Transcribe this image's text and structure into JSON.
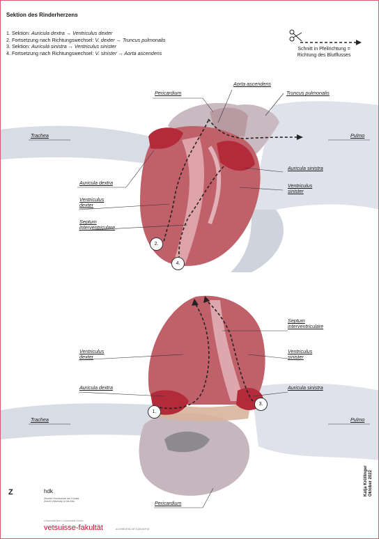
{
  "title": "Sektion des Rinderherzens",
  "steps": [
    {
      "prefix": "1. Sektion: ",
      "text": "Auricula dextra → Ventriculus dexter"
    },
    {
      "prefix": "2. Fortsetzung nach Richtungswechsel: ",
      "text": "V. dexter → Truncus pulmonalis"
    },
    {
      "prefix": "3. Sektion: ",
      "text": "Auricula sinistra → Ventriculus sinister"
    },
    {
      "prefix": "4. Fortsetzung nach Richtungswechsel: ",
      "text": "V. sinister → Aorta ascendens"
    }
  ],
  "legend": {
    "line1": "Schnitt in Pfeilrichtung =",
    "line2": "Richtung des Blutflusses",
    "icon": "scissors-icon"
  },
  "top_labels": {
    "pericardium": "Pericardium",
    "aorta_ascendens": "Aorta ascendens",
    "truncus_pulmonalis": "Truncus pulmonalis",
    "trachea": "Trachea",
    "pulmo": "Pulmo",
    "auricula_dextra": "Auricula dextra",
    "auricula_sinistra": "Auricula sinistra",
    "ventriculus_dexter_1": "Ventriculus",
    "ventriculus_dexter_2": "dexter",
    "ventriculus_sinister_1": "Ventriculus",
    "ventriculus_sinister_2": "sinister",
    "septum_1": "Septum",
    "septum_2": "interventriculare"
  },
  "bottom_labels": {
    "septum_1": "Septum",
    "septum_2": "interventriculare",
    "ventriculus_dexter_1": "Ventriculus",
    "ventriculus_dexter_2": "dexter",
    "ventriculus_sinister_1": "Ventriculus",
    "ventriculus_sinister_2": "sinister",
    "auricula_dextra": "Auricula dextra",
    "auricula_sinistra": "Auricula sinistra",
    "trachea": "Trachea",
    "pulmo": "Pulmo",
    "pericardium": "Pericardium"
  },
  "markers": {
    "m1": "1.",
    "m2": "2.",
    "m3": "3.",
    "m4": "4."
  },
  "footer": {
    "logo_z": "Z",
    "logo_hdk": "hdk",
    "zhdk_line1": "Zürcher Hochschule der Künste",
    "zhdk_line2": "Zurich University of the Arts",
    "uni": "Universität Bern | Universität Zürich",
    "vetsuisse": "vetsuisse-fakultät",
    "accredited": "ACCREDITED BY EAEVE/FVE",
    "author": "Katja Kröllinger",
    "date": "Oktober 2022"
  },
  "colors": {
    "border": "#d65a6e",
    "heart": "#c0616a",
    "heart_dark": "#9c3a45",
    "auricula": "#b32a3a",
    "pericardium": "#c6b6bd",
    "trachea": "#d7dbe4",
    "brand_red": "#c8102e"
  }
}
